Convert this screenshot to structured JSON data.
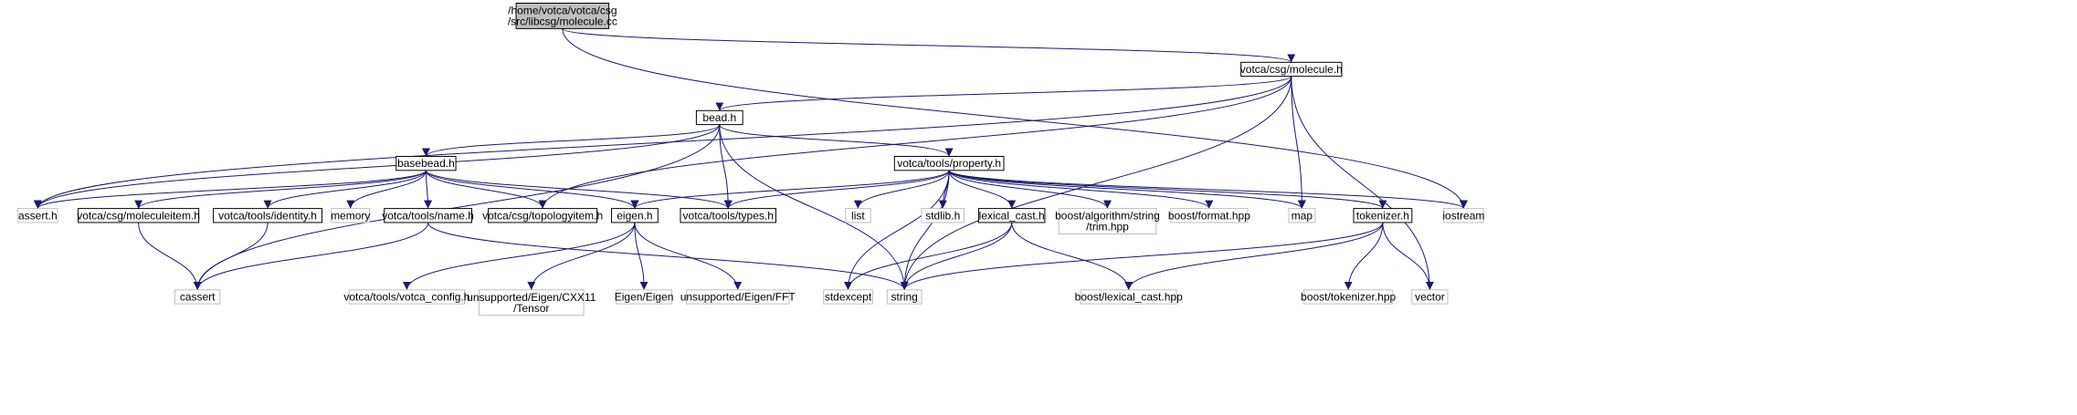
{
  "colors": {
    "edge": "#191970",
    "root_fill": "#bfbfbf",
    "root_stroke": "#000000",
    "header_stroke": "#000000",
    "system_stroke": "#bfbfbf",
    "fill": "#ffffff"
  },
  "nodes": {
    "root": {
      "lines": [
        "/home/votca/votca/csg",
        "/src/libcsg/molecule.cc"
      ],
      "kind": "root"
    },
    "molecule_h": {
      "lines": [
        "votca/csg/molecule.h"
      ],
      "kind": "header"
    },
    "bead_h": {
      "lines": [
        "bead.h"
      ],
      "kind": "header"
    },
    "basebead_h": {
      "lines": [
        "basebead.h"
      ],
      "kind": "header"
    },
    "property_h": {
      "lines": [
        "votca/tools/property.h"
      ],
      "kind": "header"
    },
    "assert_h": {
      "lines": [
        "assert.h"
      ],
      "kind": "system"
    },
    "moleculeitem_h": {
      "lines": [
        "votca/csg/moleculeitem.h"
      ],
      "kind": "header"
    },
    "identity_h": {
      "lines": [
        "votca/tools/identity.h"
      ],
      "kind": "header"
    },
    "memory": {
      "lines": [
        "memory"
      ],
      "kind": "system"
    },
    "name_h": {
      "lines": [
        "votca/tools/name.h"
      ],
      "kind": "header"
    },
    "topologyitem_h": {
      "lines": [
        "votca/csg/topologyitem.h"
      ],
      "kind": "header"
    },
    "eigen_h": {
      "lines": [
        "eigen.h"
      ],
      "kind": "header"
    },
    "types_h": {
      "lines": [
        "votca/tools/types.h"
      ],
      "kind": "header"
    },
    "list": {
      "lines": [
        "list"
      ],
      "kind": "system"
    },
    "stdlib_h": {
      "lines": [
        "stdlib.h"
      ],
      "kind": "system"
    },
    "lexical_cast_h": {
      "lines": [
        "lexical_cast.h"
      ],
      "kind": "header"
    },
    "trim_hpp": {
      "lines": [
        "boost/algorithm/string",
        "/trim.hpp"
      ],
      "kind": "system"
    },
    "format_hpp": {
      "lines": [
        "boost/format.hpp"
      ],
      "kind": "system"
    },
    "map": {
      "lines": [
        "map"
      ],
      "kind": "system"
    },
    "tokenizer_h": {
      "lines": [
        "tokenizer.h"
      ],
      "kind": "header"
    },
    "iostream": {
      "lines": [
        "iostream"
      ],
      "kind": "system"
    },
    "cassert": {
      "lines": [
        "cassert"
      ],
      "kind": "system"
    },
    "votca_config_h": {
      "lines": [
        "votca/tools/votca_config.h"
      ],
      "kind": "system"
    },
    "tensor": {
      "lines": [
        "unsupported/Eigen/CXX11",
        "/Tensor"
      ],
      "kind": "system"
    },
    "eigen_eigen": {
      "lines": [
        "Eigen/Eigen"
      ],
      "kind": "system"
    },
    "eigen_fft": {
      "lines": [
        "unsupported/Eigen/FFT"
      ],
      "kind": "system"
    },
    "stdexcept": {
      "lines": [
        "stdexcept"
      ],
      "kind": "system"
    },
    "string": {
      "lines": [
        "string"
      ],
      "kind": "system"
    },
    "boost_lexical_cast_hpp": {
      "lines": [
        "boost/lexical_cast.hpp"
      ],
      "kind": "system"
    },
    "boost_tokenizer_hpp": {
      "lines": [
        "boost/tokenizer.hpp"
      ],
      "kind": "system"
    },
    "vector": {
      "lines": [
        "vector"
      ],
      "kind": "system"
    }
  },
  "edges": [
    [
      "root",
      "molecule_h"
    ],
    [
      "root",
      "iostream"
    ],
    [
      "molecule_h",
      "bead_h"
    ],
    [
      "molecule_h",
      "assert_h"
    ],
    [
      "molecule_h",
      "topologyitem_h"
    ],
    [
      "molecule_h",
      "map"
    ],
    [
      "molecule_h",
      "string"
    ],
    [
      "molecule_h",
      "vector"
    ],
    [
      "bead_h",
      "basebead_h"
    ],
    [
      "bead_h",
      "property_h"
    ],
    [
      "bead_h",
      "assert_h"
    ],
    [
      "bead_h",
      "cassert"
    ],
    [
      "bead_h",
      "types_h"
    ],
    [
      "bead_h",
      "string"
    ],
    [
      "basebead_h",
      "assert_h"
    ],
    [
      "basebead_h",
      "moleculeitem_h"
    ],
    [
      "basebead_h",
      "identity_h"
    ],
    [
      "basebead_h",
      "memory"
    ],
    [
      "basebead_h",
      "name_h"
    ],
    [
      "basebead_h",
      "topologyitem_h"
    ],
    [
      "basebead_h",
      "eigen_h"
    ],
    [
      "basebead_h",
      "types_h"
    ],
    [
      "property_h",
      "eigen_h"
    ],
    [
      "property_h",
      "types_h"
    ],
    [
      "property_h",
      "stdexcept"
    ],
    [
      "property_h",
      "list"
    ],
    [
      "property_h",
      "string"
    ],
    [
      "property_h",
      "stdlib_h"
    ],
    [
      "property_h",
      "lexical_cast_h"
    ],
    [
      "property_h",
      "trim_hpp"
    ],
    [
      "property_h",
      "format_hpp"
    ],
    [
      "property_h",
      "map"
    ],
    [
      "property_h",
      "tokenizer_h"
    ],
    [
      "property_h",
      "iostream"
    ],
    [
      "moleculeitem_h",
      "cassert"
    ],
    [
      "identity_h",
      "cassert"
    ],
    [
      "name_h",
      "cassert"
    ],
    [
      "name_h",
      "string"
    ],
    [
      "eigen_h",
      "votca_config_h"
    ],
    [
      "eigen_h",
      "tensor"
    ],
    [
      "eigen_h",
      "eigen_eigen"
    ],
    [
      "eigen_h",
      "eigen_fft"
    ],
    [
      "lexical_cast_h",
      "stdexcept"
    ],
    [
      "lexical_cast_h",
      "string"
    ],
    [
      "lexical_cast_h",
      "boost_lexical_cast_hpp"
    ],
    [
      "tokenizer_h",
      "string"
    ],
    [
      "tokenizer_h",
      "boost_lexical_cast_hpp"
    ],
    [
      "tokenizer_h",
      "boost_tokenizer_hpp"
    ],
    [
      "tokenizer_h",
      "vector"
    ]
  ]
}
